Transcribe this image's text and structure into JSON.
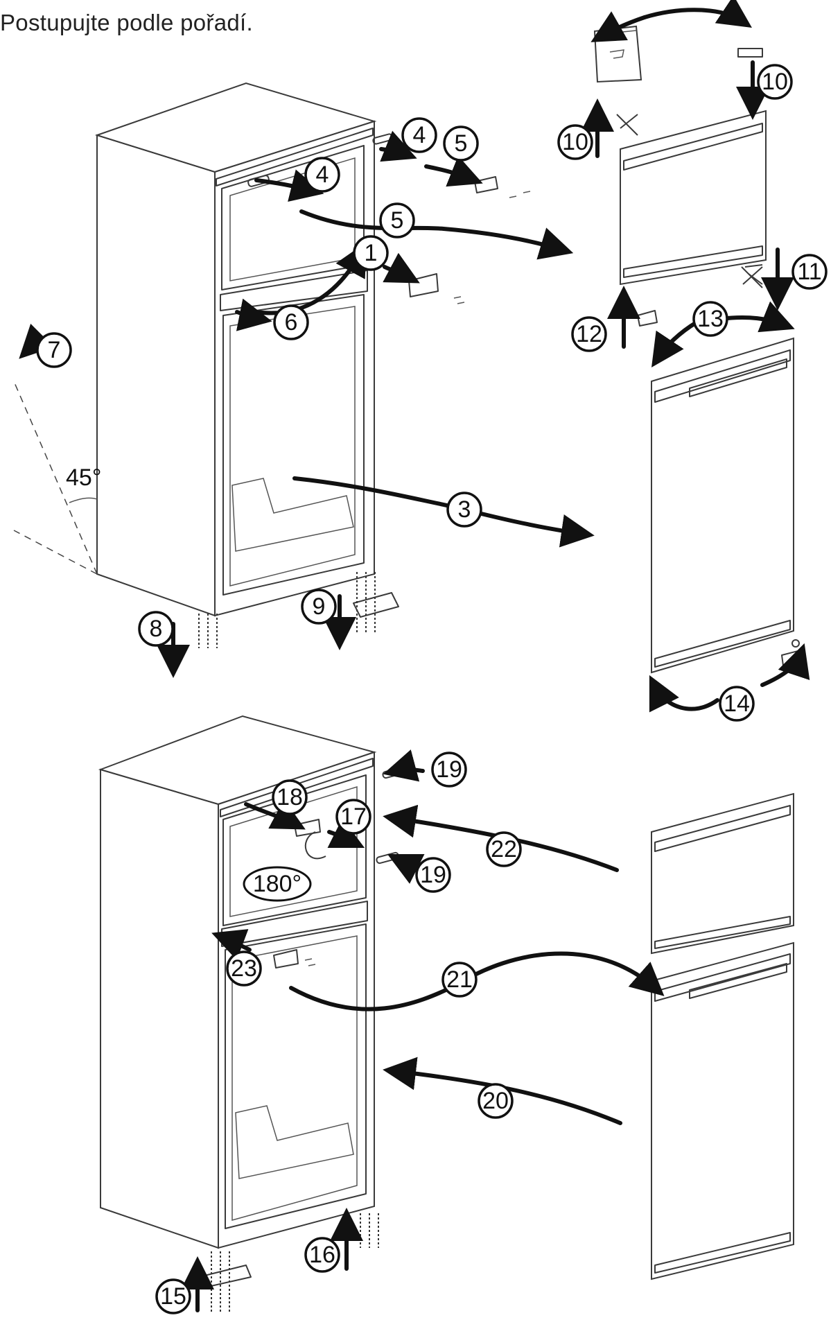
{
  "instruction": "Postupujte podle pořadí.",
  "angle_label": "45°",
  "rotation_label": "180°",
  "steps": {
    "s1": "1",
    "s3": "3",
    "s4a": "4",
    "s4b": "4",
    "s5a": "5",
    "s5b": "5",
    "s6": "6",
    "s7": "7",
    "s8": "8",
    "s9": "9",
    "s10a": "10",
    "s10b": "10",
    "s11": "11",
    "s12": "12",
    "s13": "13",
    "s14": "14",
    "s15": "15",
    "s16": "16",
    "s17": "17",
    "s18": "18",
    "s19a": "19",
    "s19b": "19",
    "s20": "20",
    "s21": "21",
    "s22": "22",
    "s23": "23"
  }
}
